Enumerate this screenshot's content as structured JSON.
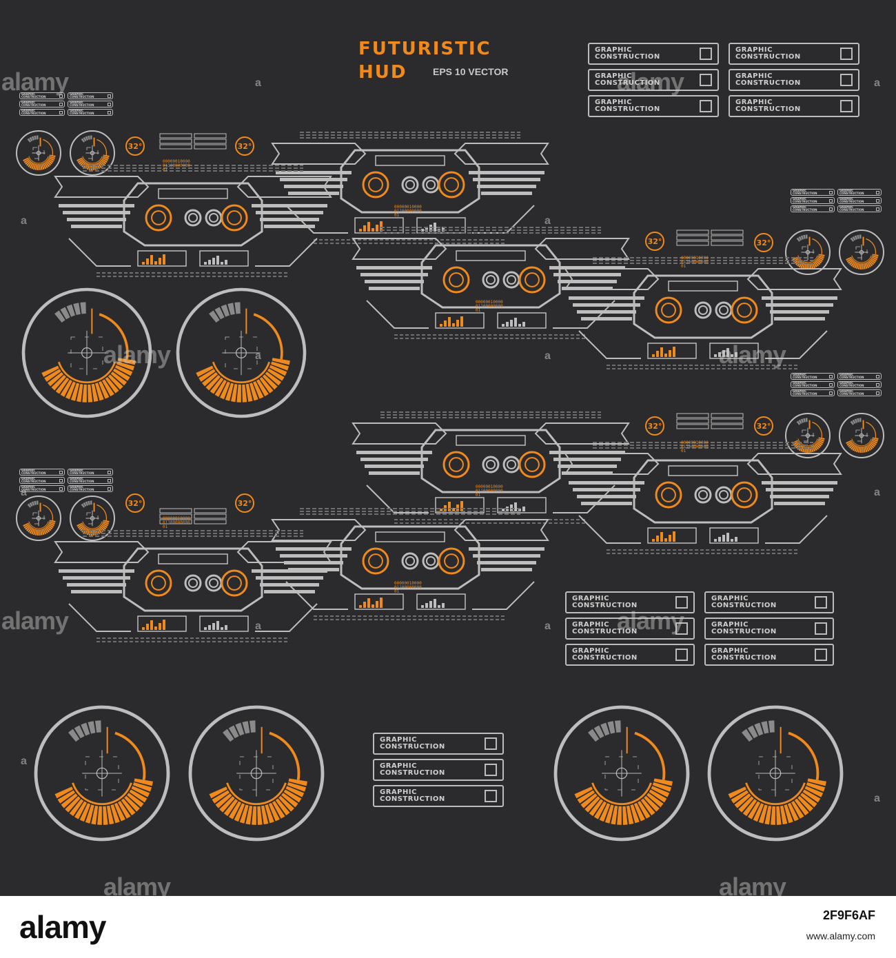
{
  "header": {
    "title_line1": "FUTURISTIC",
    "title_line2": "HUD",
    "subtitle": "EPS 10 VECTOR"
  },
  "labels": {
    "graphic_construction": "GRAPHIC\nCONSTRUCTION",
    "temperature": "32°",
    "binary": "00000010000\n01100000000\n01"
  },
  "watermark": {
    "brand": "alamy",
    "glyph": "a"
  },
  "footer": {
    "logo": "alamy",
    "image_id": "2F9F6AF",
    "url": "www.alamy.com"
  },
  "colors": {
    "background": "#2b2b2d",
    "accent_orange": "#f08a1c",
    "line_gray": "#bdbdbd",
    "footer_bg": "#ffffff"
  }
}
